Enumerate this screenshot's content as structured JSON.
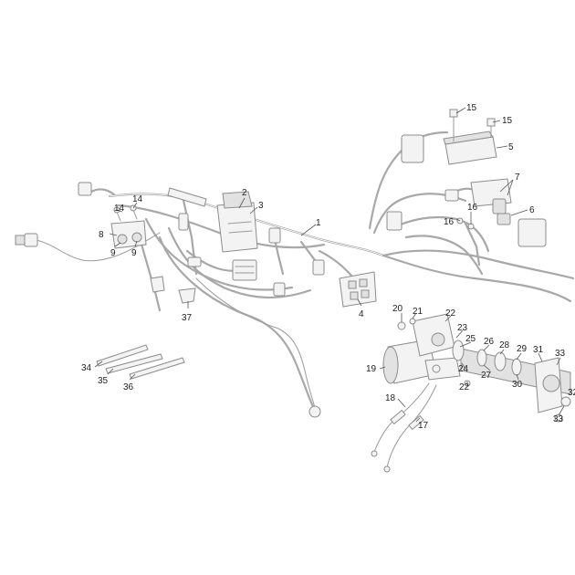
{
  "callouts": {
    "c1": "1",
    "c2": "2",
    "c3": "3",
    "c4": "4",
    "c5": "5",
    "c6": "6",
    "c7": "7",
    "c8": "8",
    "c9a": "9",
    "c9b": "9",
    "c14a": "14",
    "c14b": "14",
    "c15a": "15",
    "c15b": "15",
    "c16a": "16",
    "c16b": "16",
    "c17": "17",
    "c18": "18",
    "c19": "19",
    "c20": "20",
    "c21": "21",
    "c22a": "22",
    "c22b": "22",
    "c23": "23",
    "c24": "24",
    "c25": "25",
    "c26": "26",
    "c27": "27",
    "c28": "28",
    "c29": "29",
    "c30": "30",
    "c31": "31",
    "c32": "32",
    "c33a": "33",
    "c33b": "33",
    "c34": "34",
    "c35": "35",
    "c36": "36",
    "c37": "37"
  }
}
